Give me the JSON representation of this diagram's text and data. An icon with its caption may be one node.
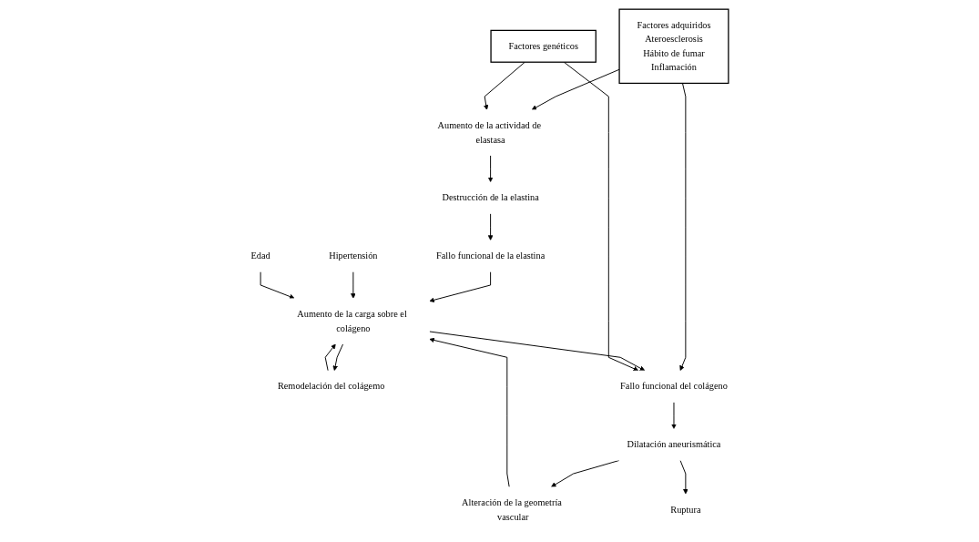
{
  "diagram": {
    "nodes": [
      {
        "text": [
          "Factores adquiridos",
          "Ateroesclerosis",
          "Hábito de fumar",
          "Inflamación"
        ]
      },
      {
        "text": [
          "Factores genéticos"
        ]
      },
      {
        "text": [
          "Aumento de la actividad de elastasa"
        ]
      },
      {
        "text": [
          "Destrucción de la elastina"
        ]
      },
      {
        "text": [
          "Remodelación del colágemo"
        ]
      },
      {
        "text": [
          "Fallo funcional de la elastina"
        ]
      },
      {
        "text": [
          "Hipertensión"
        ]
      },
      {
        "text": [
          "Aumento de la carga sobre el colágeno"
        ]
      },
      {
        "text": [
          "Edad"
        ]
      },
      {
        "text": [
          "Fallo funcional del colágeno"
        ]
      },
      {
        "text": [
          "Alteración de la geometría vascular"
        ]
      },
      {
        "text": [
          "Dilatación aneurismática"
        ]
      },
      {
        "text": [
          "Ruptura"
        ]
      }
    ],
    "edges": [
      {
        "from": 0,
        "to": 2,
        "arrow": "to"
      },
      {
        "from": 1,
        "to": 2,
        "arrow": "to"
      },
      {
        "from": 2,
        "to": 3,
        "arrow": "to"
      },
      {
        "from": 3,
        "to": 5,
        "arrow": "to"
      },
      {
        "from": 4,
        "to": 7,
        "arrow": "to"
      },
      {
        "from": 7,
        "to": 4,
        "arrow": "to"
      },
      {
        "from": 5,
        "to": 7,
        "arrow": "to"
      },
      {
        "from": 6,
        "to": 7,
        "arrow": "to"
      },
      {
        "from": 8,
        "to": 7,
        "arrow": "to"
      },
      {
        "from": 0,
        "to": 9,
        "arrow": "to"
      },
      {
        "from": 7,
        "to": 9,
        "arrow": "to"
      },
      {
        "from": 1,
        "to": 9,
        "arrow": "to"
      },
      {
        "from": 10,
        "to": 7,
        "arrow": "to"
      },
      {
        "from": 9,
        "to": 11,
        "arrow": "to"
      },
      {
        "from": 11,
        "to": 10,
        "arrow": "to"
      },
      {
        "from": 11,
        "to": 12,
        "arrow": "to"
      }
    ]
  }
}
